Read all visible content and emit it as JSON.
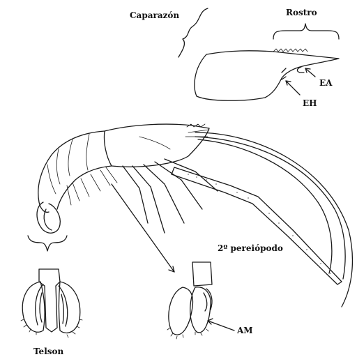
{
  "labels": {
    "carapace": "Caparazón",
    "rostrum": "Rostro",
    "ea": "EA",
    "eh": "EH",
    "second_pereiopod": "2º pereiópodo",
    "telson": "Telson",
    "am": "AM"
  }
}
